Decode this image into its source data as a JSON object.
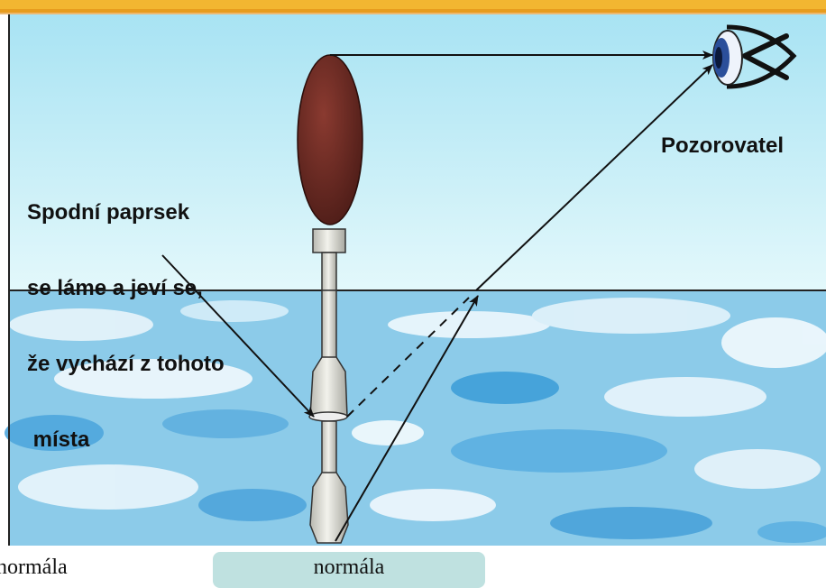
{
  "annotation": {
    "lines": [
      "Spodní paprsek",
      "se láme a jeví se,",
      "že vychází z tohoto",
      " místa"
    ]
  },
  "observer_label": "Pozorovatel",
  "bottom": {
    "left_text": "normála",
    "right_text": "normála"
  },
  "colors": {
    "sky": "#c9f1f7",
    "water": "#7fc3e6",
    "water_light": "#e6f4fb",
    "handle": "#6b2a22",
    "ferrule": "#c8c8c0",
    "line": "#111111",
    "top_band": "#f2b631",
    "eye_iris": "#2b4f9a"
  },
  "icons": {
    "observer": "eye-icon"
  }
}
